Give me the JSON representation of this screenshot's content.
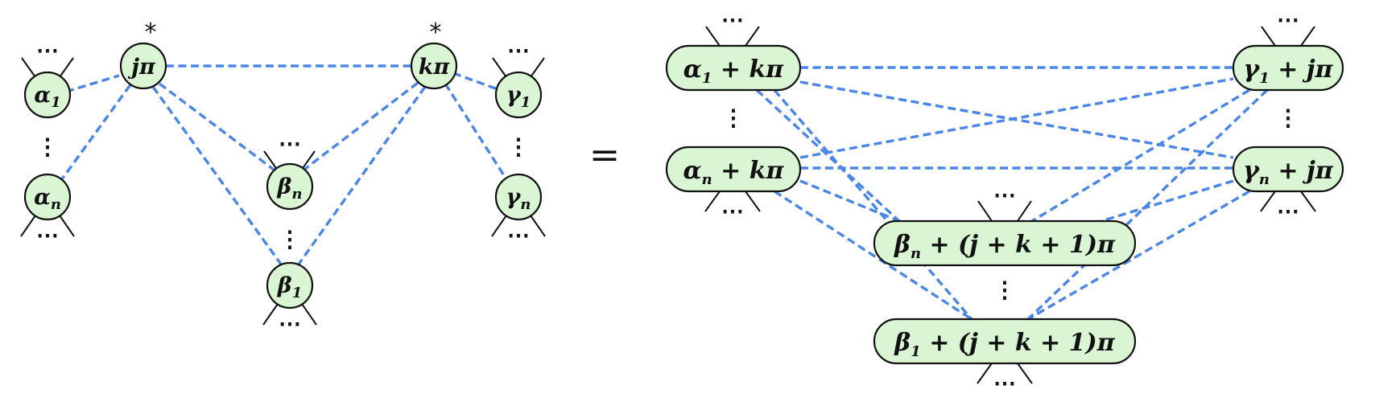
{
  "left_diagram": {
    "nodes": {
      "alpha1": {
        "greek": "α",
        "sub": "1"
      },
      "alphan": {
        "greek": "α",
        "sub": "n"
      },
      "jpi": {
        "label": "jπ",
        "mark": "*"
      },
      "kpi": {
        "label": "kπ",
        "mark": "*"
      },
      "betan": {
        "greek": "β",
        "sub": "n"
      },
      "beta1": {
        "greek": "β",
        "sub": "1"
      },
      "gamma1": {
        "greek": "γ",
        "sub": "1"
      },
      "gamman": {
        "greek": "γ",
        "sub": "n"
      }
    }
  },
  "equals": "=",
  "right_diagram": {
    "nodes": {
      "alpha1": {
        "greek": "α",
        "sub": "1",
        "rest": "+ kπ"
      },
      "alphan": {
        "greek": "α",
        "sub": "n",
        "rest": "+ kπ"
      },
      "gamma1": {
        "greek": "γ",
        "sub": "1",
        "rest": "+ jπ"
      },
      "gamman": {
        "greek": "γ",
        "sub": "n",
        "rest": "+ jπ"
      },
      "betan": {
        "greek": "β",
        "sub": "n",
        "rest": "+ (j + k + 1)π"
      },
      "beta1": {
        "greek": "β",
        "sub": "1",
        "rest": "+ (j + k + 1)π"
      }
    }
  },
  "ellipsis": "⋯",
  "vdots": "⋮",
  "colors": {
    "node_fill": "#d9f5d3",
    "edge": "#4a86e8",
    "outline": "#111111"
  }
}
